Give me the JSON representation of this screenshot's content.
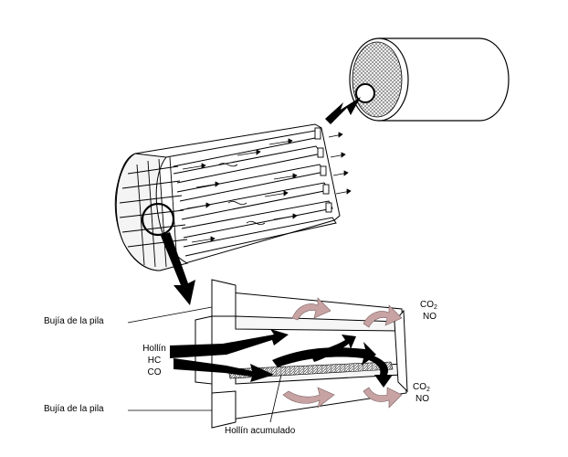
{
  "labels": {
    "plug_top": "Bujía de la pila",
    "plug_bottom": "Bujía de la pila",
    "soot": "Hollín",
    "hc": "HC",
    "co": "CO",
    "accumulated_soot": "Hollín acumulado",
    "co2_top_main": "CO",
    "co2_top_sub": "2",
    "no_top": "NO",
    "co2_bottom_main": "CO",
    "co2_bottom_sub": "2",
    "no_bottom": "NO"
  },
  "colors": {
    "line": "#000000",
    "mesh": "#8a8a8a",
    "flow_arrow_pink": "#c8a3a3",
    "background": "#ffffff"
  }
}
